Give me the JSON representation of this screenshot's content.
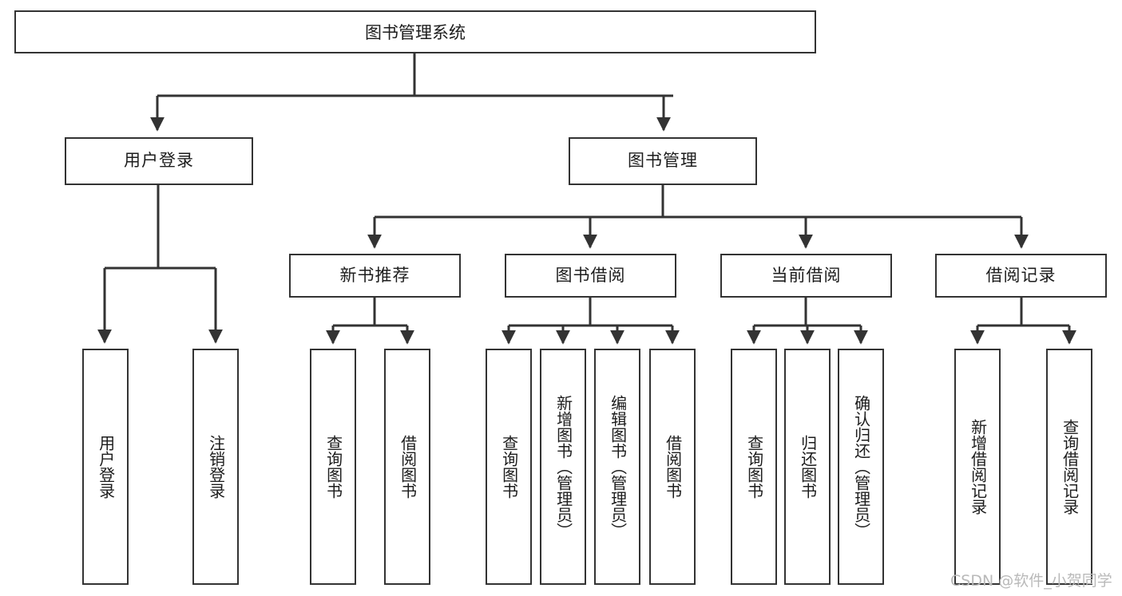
{
  "diagram": {
    "title": "图书管理系统",
    "type": "tree-hierarchy-diagram",
    "watermark": "CSDN @软件_小贺同学",
    "colors": {
      "box_border": "#333333",
      "box_fill": "#ffffff",
      "edge": "#333333",
      "text": "#1c1c1c",
      "watermark": "#b9b9b9"
    },
    "nodes": {
      "root": "图书管理系统",
      "level2": {
        "user_login": "用户登录",
        "book_manage": "图书管理"
      },
      "level3": {
        "new_book_rec": "新书推荐",
        "book_borrow": "图书借阅",
        "current_borrow": "当前借阅",
        "borrow_record": "借阅记录"
      },
      "leaves": {
        "user_login_1": "用户登录",
        "user_login_2": "注销登录",
        "new_book_rec_1": "查询图书",
        "new_book_rec_2": "借阅图书",
        "book_borrow_1": "查询图书",
        "book_borrow_2": "新增图书（管理员）",
        "book_borrow_3": "编辑图书（管理员）",
        "book_borrow_4": "借阅图书",
        "current_borrow_1": "查询图书",
        "current_borrow_2": "归还图书",
        "current_borrow_3": "确认归还（管理员）",
        "borrow_record_1": "新增借阅记录",
        "borrow_record_2": "查询借阅记录"
      }
    }
  }
}
